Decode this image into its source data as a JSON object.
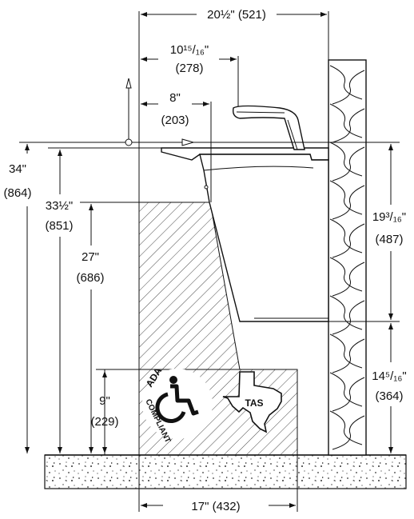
{
  "dimensions": {
    "depth_total": "20½\" (521)",
    "depth_spout_in": "10¹⁵/₁₆\"",
    "depth_spout_mm": "(278)",
    "depth_knee_in": "8\"",
    "depth_knee_mm": "(203)",
    "rim_height_in": "34\"",
    "rim_height_mm": "(864)",
    "spout_height_in": "33½\"",
    "spout_height_mm": "(851)",
    "knee_height_in": "27\"",
    "knee_height_mm": "(686)",
    "toe_height_in": "9\"",
    "toe_height_mm": "(229)",
    "upper_mount_in": "19³/₁₆\"",
    "upper_mount_mm": "(487)",
    "lower_mount_in": "14⁵/₁₆\"",
    "lower_mount_mm": "(364)",
    "toe_depth": "17\" (432)"
  },
  "badges": {
    "ada_line1": "ADA",
    "ada_line2": "COMPLIANT",
    "tas_label": "TAS"
  },
  "icons": {
    "accessibility": "wheelchair-icon",
    "state": "texas-outline-icon"
  }
}
